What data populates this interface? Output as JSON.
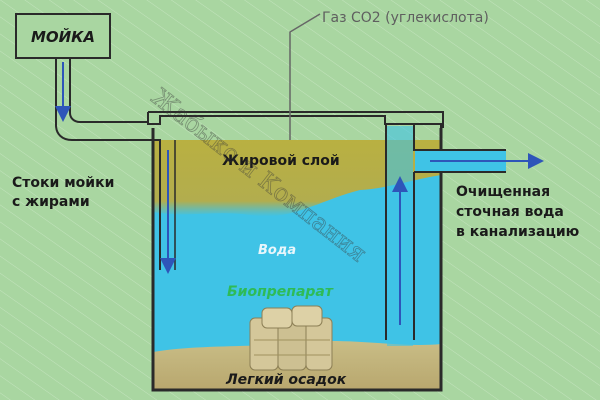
{
  "labels": {
    "sink": "МОЙКА",
    "gas": "Газ СО2 (углекислота)",
    "fat_layer": "Жировой слой",
    "water": "Вода",
    "bio": "Биопрепарат",
    "sediment": "Легкий осадок",
    "inlet_line1": "Стоки мойки",
    "inlet_line2": "с жирами",
    "outlet_line1": "Очищенная",
    "outlet_line2": "сточная вода",
    "outlet_line3": "в канализацию"
  },
  "watermark": "Жабыко и Компания",
  "colors": {
    "background": "#a9d6a1",
    "water": "#3fc3e6",
    "fat": "#b9b041",
    "sediment": "#c2b47e",
    "pipe": "#2a2a2a",
    "arrow": "#2e55b9",
    "bio_text": "#2ebb57",
    "water_text": "#e8f6fb"
  }
}
